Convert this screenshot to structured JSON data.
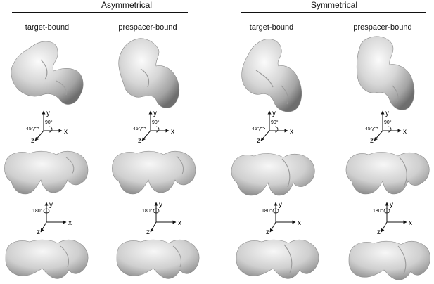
{
  "groups": [
    {
      "title": "Asymmetrical"
    },
    {
      "title": "Symmetrical"
    }
  ],
  "columns": [
    {
      "label": "target-bound"
    },
    {
      "label": "prespacer-bound"
    },
    {
      "label": "target-bound"
    },
    {
      "label": "prespacer-bound"
    }
  ],
  "axes": {
    "row1": {
      "y": "y",
      "x": "x",
      "z": "z",
      "angle_left": "45°",
      "angle_top": "90°"
    },
    "row2": {
      "y": "y",
      "x": "x",
      "z": "z",
      "angle_left": "180°"
    }
  },
  "colors": {
    "surface_light": "#f2f2f2",
    "surface_mid": "#c8c8c8",
    "surface_dark": "#7a7a7a",
    "ink": "#111111"
  }
}
